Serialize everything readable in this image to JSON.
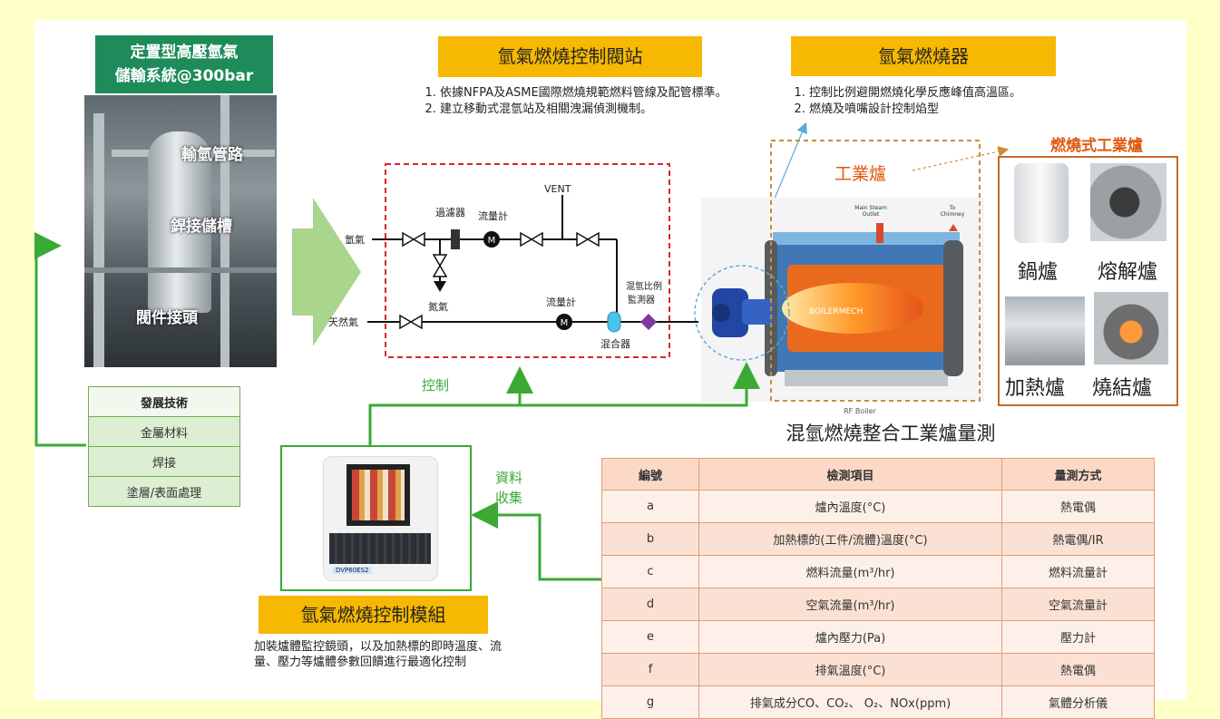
{
  "storage": {
    "title_line1": "定置型高壓氫氣",
    "title_line2": "儲輸系統@300bar",
    "label_pipeline": "輸氫管路",
    "label_tank": "銲接儲槽",
    "label_valve": "閥件接頭"
  },
  "development": {
    "header": "發展技術",
    "items": [
      "金屬材料",
      "焊接",
      "塗層/表面處理"
    ]
  },
  "valve_station": {
    "title": "氫氣燃燒控制閥站",
    "notes": [
      "依據NFPA及ASME國際燃燒規範燃料管線及配管標準。",
      "建立移動式混氫站及相關洩漏偵測機制。"
    ]
  },
  "burner": {
    "title": "氫氣燃燒器",
    "notes": [
      "控制比例避開燃燒化學反應峰值高溫區。",
      "燃燒及噴嘴設計控制焰型"
    ]
  },
  "schematic": {
    "hydrogen": "氫氣",
    "natural_gas": "天然氣",
    "filter": "過濾器",
    "flowmeter_top": "流量計",
    "flowmeter_bottom": "流量計",
    "vent": "VENT",
    "nitrogen": "氮氣",
    "mixer": "混合器",
    "ratio_monitor_line1": "混氫比例",
    "ratio_monitor_line2": "監測器",
    "meter_symbol": "M"
  },
  "boiler": {
    "industrial_furnace": "工業爐",
    "main_steam_line1": "Main Steam",
    "main_steam_line2": "Outlet",
    "to_chimney_line1": "To",
    "to_chimney_line2": "Chimney",
    "brand": "BOILERMECH",
    "caption": "RF Boiler"
  },
  "furnace_types": {
    "title": "燃燒式工業爐",
    "boiler": "鍋爐",
    "melting": "熔解爐",
    "heating": "加熱爐",
    "sintering": "燒結爐"
  },
  "flow_labels": {
    "control": "控制",
    "data_line1": "資料",
    "data_line2": "收集"
  },
  "module": {
    "title": "氫氣燃燒控制模組",
    "plc_model": "DVP60ES2",
    "desc": "加裝爐體監控鏡頭，以及加熱標的即時溫度、流量、壓力等爐體參數回饋進行最適化控制"
  },
  "measurement": {
    "title": "混氫燃燒整合工業爐量測",
    "headers": [
      "編號",
      "檢測項目",
      "量測方式"
    ],
    "rows": [
      [
        "a",
        "爐內溫度(°C)",
        "熱電偶"
      ],
      [
        "b",
        "加熱標的(工件/流體)溫度(°C)",
        "熱電偶/IR"
      ],
      [
        "c",
        "燃料流量(m³/hr)",
        "燃料流量計"
      ],
      [
        "d",
        "空氣流量(m³/hr)",
        "空氣流量計"
      ],
      [
        "e",
        "爐內壓力(Pa)",
        "壓力計"
      ],
      [
        "f",
        "排氣溫度(°C)",
        "熱電偶"
      ],
      [
        "g",
        "排氣成分CO、CO₂、 O₂、NOx(ppm)",
        "氣體分析儀"
      ]
    ]
  },
  "colors": {
    "background": "#ffffc8",
    "orange_label": "#f6b800",
    "green": "#3aaa35",
    "dark_green": "#1e8b5a",
    "red_dash": "#d9262c",
    "orange_dash": "#d08a3a"
  }
}
